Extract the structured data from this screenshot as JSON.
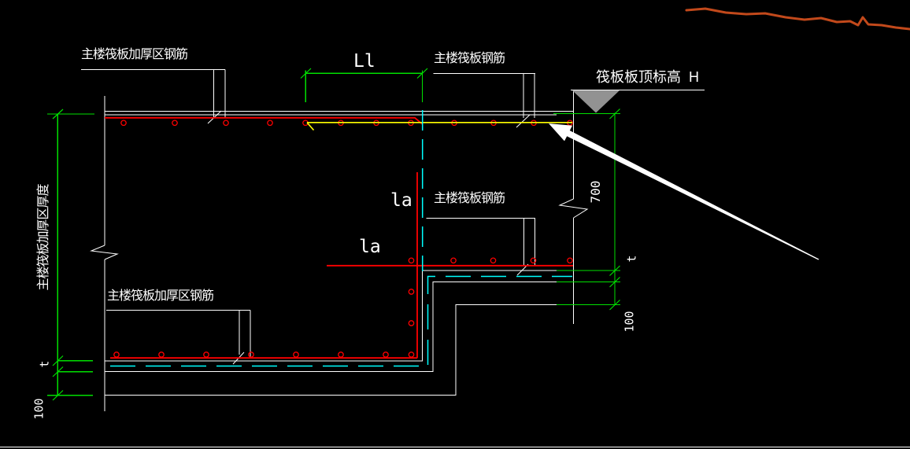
{
  "canvas": {
    "background": "#000000"
  },
  "palette": {
    "outline": "#ffffff",
    "rebar": "#ff0000",
    "lap_rebar": "#ffff00",
    "membrane": "#00ffff",
    "dimension": "#00e000",
    "elevation_fill": "#929292",
    "scribble": "#c2491b"
  },
  "labels": {
    "thickened_rebar_top": "主楼筏板加厚区钢筋",
    "raft_rebar_top": "主楼筏板钢筋",
    "elevation_note": "筏板板顶标高  H",
    "lap_length": "Ll",
    "anchorage": "la",
    "raft_rebar_mid": "主楼筏板钢筋",
    "thickened_thickness": "主楼筏板加厚区厚度",
    "thickened_rebar_bottom": "主楼筏板加厚区钢筋"
  },
  "dimensions": {
    "depth": "700",
    "t_right": "t",
    "cushion_right": "100",
    "t_left": "t",
    "cushion_left": "100"
  }
}
